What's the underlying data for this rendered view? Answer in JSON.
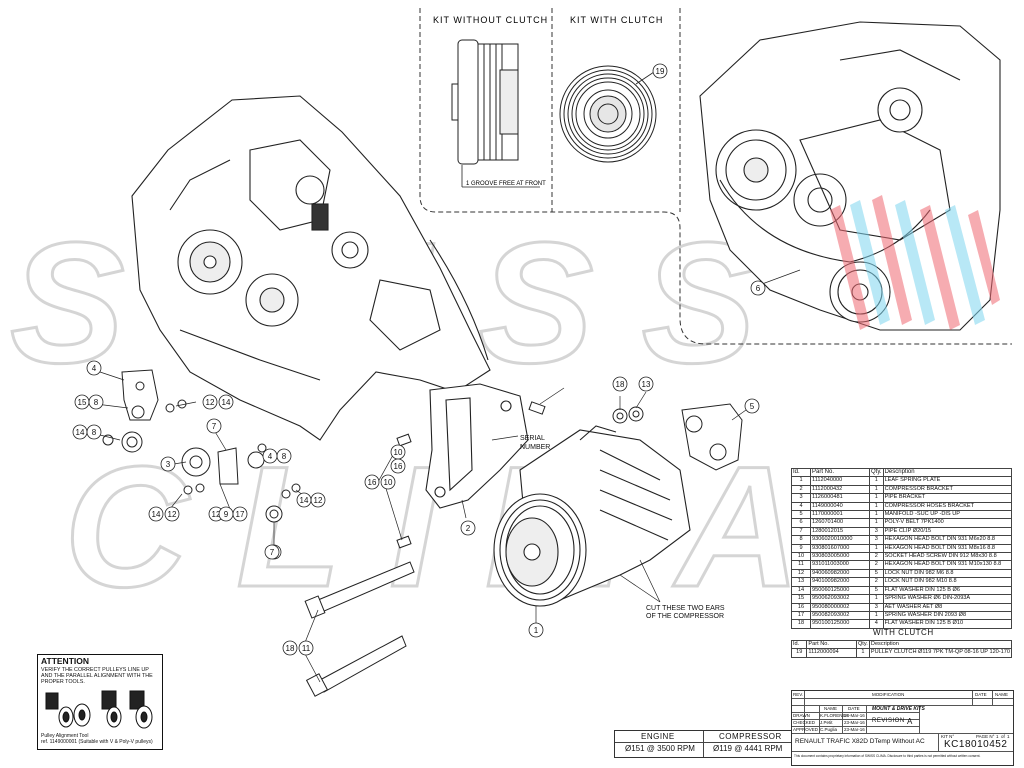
{
  "kit_panels": {
    "without_clutch": {
      "title": "KIT WITHOUT CLUTCH",
      "note": "1 GROOVE FREE AT FRONT"
    },
    "with_clutch": {
      "title": "KIT WITH CLUTCH",
      "callout": "19"
    }
  },
  "watermark": {
    "line1": "SWISS",
    "line2": "CLIMA"
  },
  "callouts": [
    {
      "label": "4"
    },
    {
      "label": "15"
    },
    {
      "label": "8"
    },
    {
      "label": "12"
    },
    {
      "label": "14"
    },
    {
      "label": "14"
    },
    {
      "label": "8"
    },
    {
      "label": "7"
    },
    {
      "label": "3"
    },
    {
      "label": "8"
    },
    {
      "label": "4"
    },
    {
      "label": "12"
    },
    {
      "label": "14"
    },
    {
      "label": "12"
    },
    {
      "label": "9"
    },
    {
      "label": "17"
    },
    {
      "label": "7"
    },
    {
      "label": "12"
    },
    {
      "label": "14"
    },
    {
      "label": "7"
    },
    {
      "label": "16"
    },
    {
      "label": "10"
    },
    {
      "label": "2"
    },
    {
      "label": "10"
    },
    {
      "label": "16"
    },
    {
      "label": "18"
    },
    {
      "label": "13"
    },
    {
      "label": "5"
    },
    {
      "label": "1"
    },
    {
      "label": "18"
    },
    {
      "label": "11"
    },
    {
      "label": "6"
    }
  ],
  "notes": {
    "serial": "SERIAL\nNUMBER",
    "cut": "CUT THESE TWO EARS\nOF THE COMPRESSOR"
  },
  "parts_table": {
    "headers": [
      "Id.",
      "Part No.",
      "Qty.",
      "Description"
    ],
    "rows": [
      [
        "1",
        "1112040000",
        "1",
        "LEAF SPRING PLATE"
      ],
      [
        "2",
        "1112000432",
        "1",
        "COMPRESSOR BRACKET"
      ],
      [
        "3",
        "1126000481",
        "1",
        "PIPE BRACKET"
      ],
      [
        "4",
        "1149000040",
        "1",
        "COMPRESSOR HOSES BRACKET"
      ],
      [
        "5",
        "1170000001",
        "1",
        "MANIFOLD -SUC UP -DIS UP"
      ],
      [
        "6",
        "1260701400",
        "1",
        "POLY-V BELT 7PK1400"
      ],
      [
        "7",
        "1280012015",
        "3",
        "PIPE CLIP Ø20/15"
      ],
      [
        "8",
        "9306020010000",
        "3",
        "HEXAGON HEAD BOLT DIN 931 M6x20 8.8"
      ],
      [
        "9",
        "930801607000",
        "1",
        "HEXAGON HEAD BOLT DIN 931 M8x16 8.8"
      ],
      [
        "10",
        "930803005000",
        "2",
        "SOCKET HEAD SCREW DIN 912 M8x30 8.8"
      ],
      [
        "11",
        "931011003000",
        "2",
        "HEXAGON HEAD BOLT DIN 931 M10x130 8.8"
      ],
      [
        "12",
        "940060982000",
        "5",
        "LOCK NUT DIN 982 M6 8.8"
      ],
      [
        "13",
        "940100982000",
        "2",
        "LOCK NUT DIN 982 M10 8.8"
      ],
      [
        "14",
        "950060125000",
        "5",
        "FLAT WASHER DIN 125 B Ø6"
      ],
      [
        "15",
        "950062093002",
        "1",
        "SPRING WASHER Ø6 DIN-2093A"
      ],
      [
        "16",
        "950080000002",
        "3",
        "AET WASHER AET Ø8"
      ],
      [
        "17",
        "950082093002",
        "1",
        "SPRING WASHER DIN 2093 Ø8"
      ],
      [
        "18",
        "950100125000",
        "4",
        "FLAT WASHER DIN 125 B Ø10"
      ]
    ]
  },
  "with_clutch": {
    "title": "WITH CLUTCH",
    "headers": [
      "Id.",
      "Part No.",
      "Qty.",
      "Description"
    ],
    "rows": [
      [
        "19",
        "1112000094",
        "1",
        "PULLEY CLUTCH Ø119 7PK TM-QP 08-16 UP 120-170"
      ]
    ]
  },
  "title_block": {
    "rev": "REV.",
    "modification": "MODIFICATION",
    "date": "DATE",
    "name": "NAME",
    "name_col": "NAME",
    "date_col": "DATE",
    "drawn_label": "DRAWN",
    "drawn_name": "K.FLORENSA",
    "drawn_date": "23-Mar-16",
    "checked_label": "CHECKED",
    "checked_name": "J.Petit",
    "checked_date": "23-Mar-16",
    "approved_label": "APPROVED",
    "approved_name": "C.Pugliа",
    "approved_date": "23-Mar-16",
    "section": "MOUNT & DRIVE KITS",
    "revision_label": "REVISION",
    "revision": "A",
    "vehicle": "RENAULT TRAFIC X82D DTemp Without AC",
    "kit_label": "KIT N°",
    "kit_number": "KC18010452",
    "page_label": "PAGE N°",
    "page": "1",
    "of_label": "of",
    "pages": "1",
    "footer": "This document contains proprietary information of SWISS CLIMA. Disclosure to third parties is not permitted without written consent."
  },
  "engine_compressor": {
    "engine_label": "ENGINE",
    "engine_value": "Ø151 @ 3500 RPM",
    "compressor_label": "COMPRESSOR",
    "compressor_value": "Ø119 @ 4441 RPM"
  },
  "attention": {
    "title": "ATTENTION",
    "body": "VERIFY THE CORRECT PULLEYS LINE UP AND THE PARALLEL ALIGNMENT WITH THE PROPER TOOLS.",
    "tool_line1": "Pulley Alignment Tool",
    "tool_line2": "ref. 1149000001 (Suitable with V & Poly-V pulleys)"
  },
  "colors": {
    "line": "#111111",
    "watermark": "#d9d9d9",
    "accent_red": "#f06a73",
    "accent_blue": "#7fd6f0"
  }
}
